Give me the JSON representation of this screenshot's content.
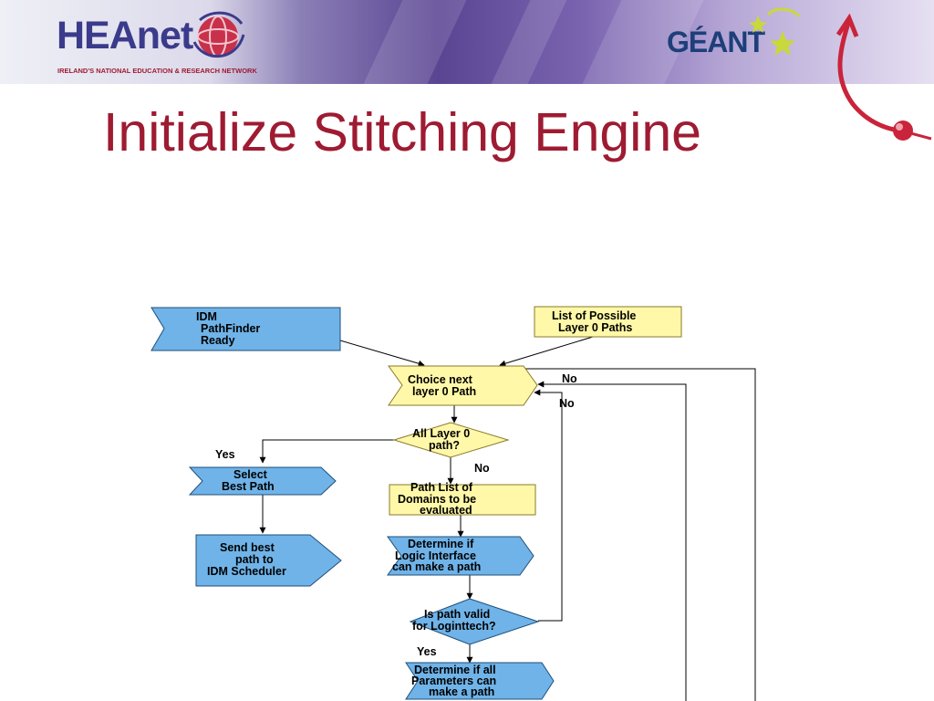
{
  "header": {
    "heanet_logo_text": "HEAnet",
    "heanet_tagline": "IRELAND'S NATIONAL EDUCATION & RESEARCH NETWORK",
    "geant_logo_text": "GÉANT"
  },
  "slide": {
    "title": "Initialize Stitching Engine"
  },
  "flowchart": {
    "nodes": {
      "idm_ready": [
        "IDM",
        "PathFinder",
        "Ready"
      ],
      "possible_paths": [
        "List of Possible",
        "Layer 0 Paths"
      ],
      "choice_next": [
        "Choice next",
        "layer 0 Path"
      ],
      "all_layer0": [
        "All Layer 0",
        "path?"
      ],
      "select_best": [
        "Select",
        "Best Path"
      ],
      "send_best": [
        "Send  best",
        "path to",
        "IDM Scheduler"
      ],
      "path_list": [
        "Path List of",
        "Domains to be",
        "evaluated"
      ],
      "logic_interface": [
        "Determine if",
        "Logic Interface",
        "can make a path"
      ],
      "path_valid": [
        "Is path valid",
        "for Loginttech?"
      ],
      "all_parameters": [
        "Determine if all",
        "Parameters can",
        "make a path"
      ]
    },
    "edge_labels": {
      "no_top": "No",
      "no_mid": "No",
      "yes_left": "Yes",
      "no_down": "No",
      "yes_down": "Yes"
    }
  },
  "colors": {
    "title": "#9e1b32",
    "blue_node": "#6fb3e8",
    "yellow_node": "#fff8a8",
    "header_purple": "#5a4593"
  }
}
